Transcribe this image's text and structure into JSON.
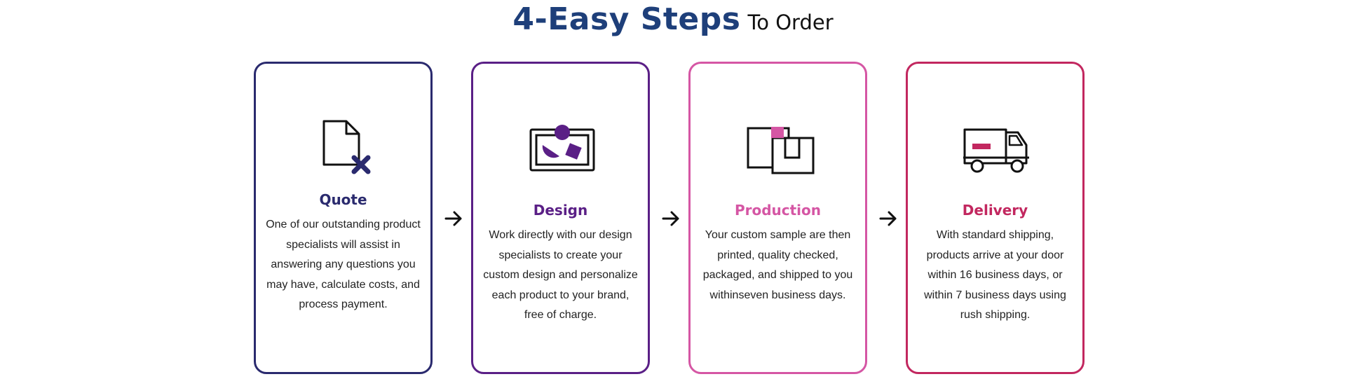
{
  "title": {
    "main": "4-Easy Steps",
    "sub": "To Order"
  },
  "colors": {
    "title": "#1e3f7a",
    "quote": "#2a2a6e",
    "design": "#5a1f86",
    "production": "#d556a4",
    "delivery": "#c2275f"
  },
  "steps": [
    {
      "heading": "Quote",
      "icon": "document-x-icon",
      "description": "One of our outstanding product specialists will assist in answering any questions you may have, calculate costs, and process payment."
    },
    {
      "heading": "Design",
      "icon": "design-shapes-icon",
      "description": "Work directly with our design specialists to create your custom design and personalize each product to your brand, free of charge."
    },
    {
      "heading": "Production",
      "icon": "packages-icon",
      "description": "Your custom sample are then printed, quality checked, packaged, and shipped to you withinseven business days."
    },
    {
      "heading": "Delivery",
      "icon": "delivery-truck-icon",
      "description": "With standard shipping, products arrive at your door within 16 business days, or within 7 business days using rush shipping."
    }
  ],
  "arrows": [
    "arrow-right-icon",
    "arrow-right-icon",
    "arrow-right-icon"
  ]
}
